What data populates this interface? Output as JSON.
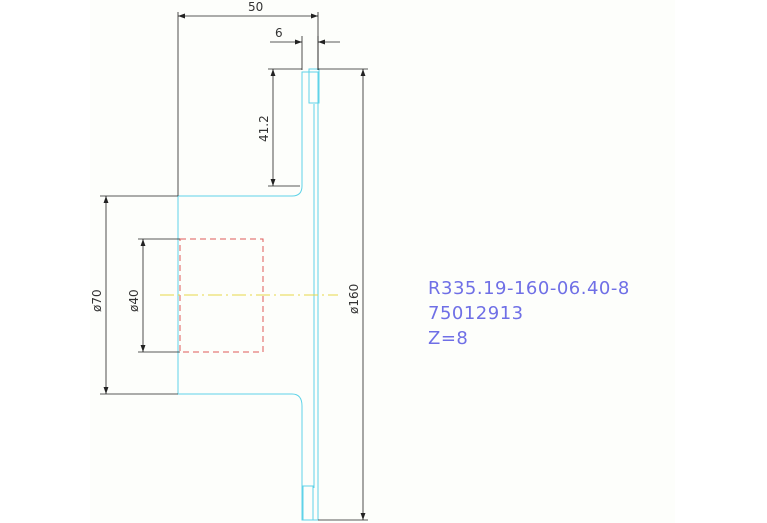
{
  "drawing": {
    "dimensions": {
      "overall_length": "50",
      "flange_thickness": "6",
      "tooth_height": "41.2",
      "hub_diameter": "ø70",
      "bore_diameter": "ø40",
      "outer_diameter": "ø160"
    },
    "notes": {
      "part_code": "R335.19-160-06.40-8",
      "order_number": "75012913",
      "teeth_count": "Z=8"
    },
    "colors": {
      "outline": "#5fd3e8",
      "hidden": "#e05a5a",
      "centerline": "#e6d84a",
      "dimension": "#222222",
      "note_text": "#6f6fe6"
    }
  }
}
